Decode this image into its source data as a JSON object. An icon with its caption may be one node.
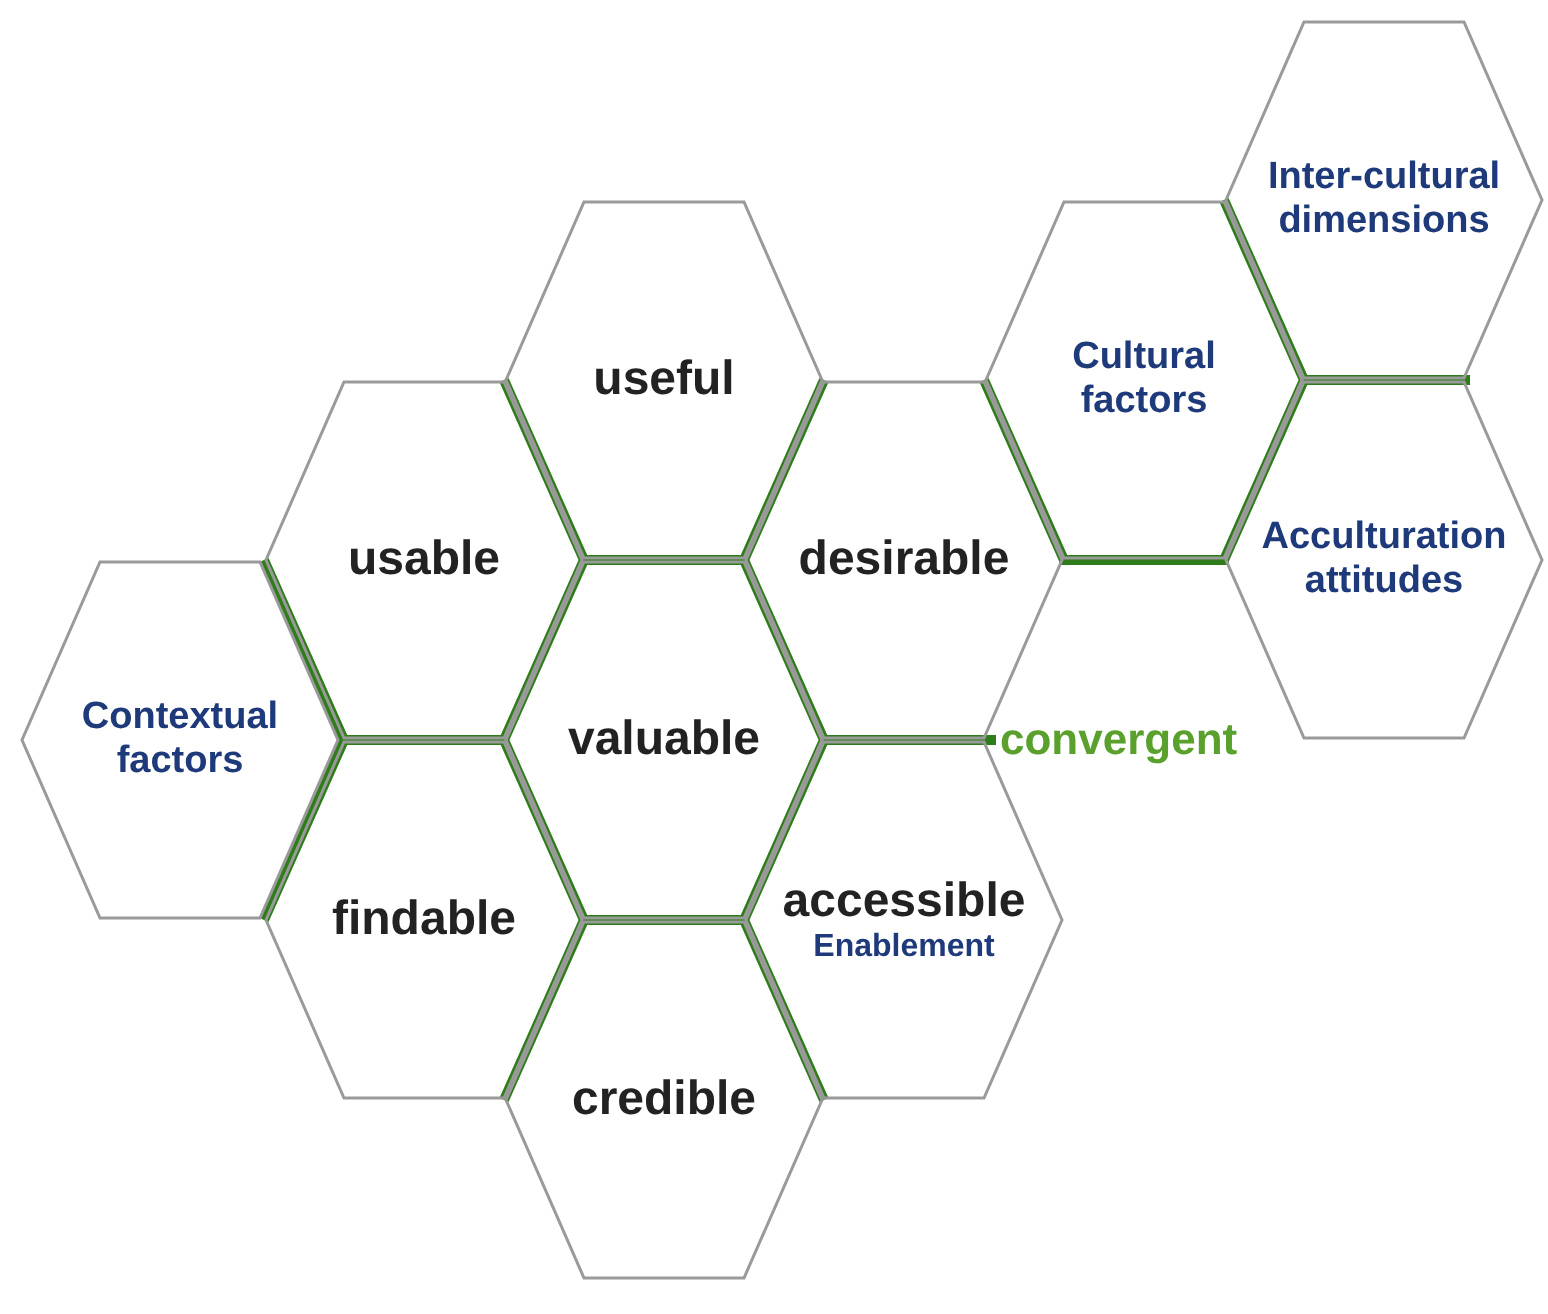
{
  "diagram": {
    "nodes": [
      {
        "text": [
          "Inter-cultural dimensions"
        ]
      },
      {
        "text": [
          "useful"
        ]
      },
      {
        "text": [
          "Cultural factors"
        ]
      },
      {
        "text": [
          "usable"
        ]
      },
      {
        "text": [
          "desirable"
        ]
      },
      {
        "text": [
          "Acculturation attitudes"
        ]
      },
      {
        "text": [
          "Contextual factors"
        ]
      },
      {
        "text": [
          "valuable"
        ]
      },
      {
        "text": [
          "findable"
        ]
      },
      {
        "text": [
          "accessible",
          "Enablement"
        ]
      },
      {
        "text": [
          "credible"
        ]
      }
    ],
    "edges": [],
    "labels": [
      "convergent"
    ]
  }
}
